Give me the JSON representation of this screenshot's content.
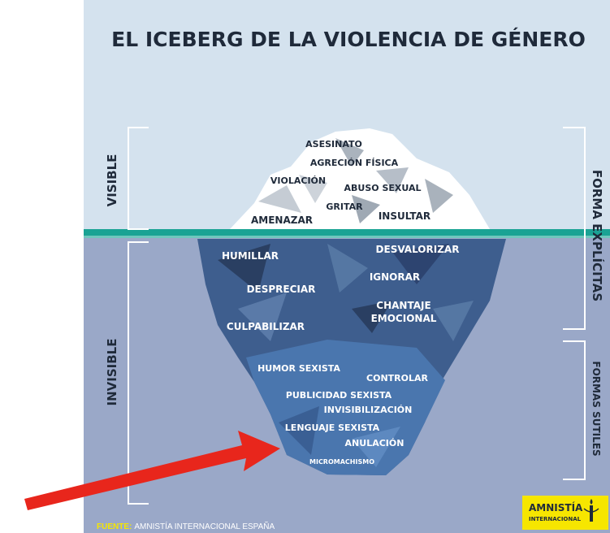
{
  "title": "EL ICEBERG DE LA VIOLENCIA DE GÉNERO",
  "side_labels": {
    "visible": "VISIBLE",
    "invisible": "INVISIBLE",
    "explicit": "FORMA EXPLÍCITAS",
    "subtle": "FORMAS SUTILES"
  },
  "above_water": [
    "ASESINATO",
    "AGRECIÓN FÍSICA",
    "VIOLACIÓN",
    "ABUSO SEXUAL",
    "GRITAR",
    "AMENAZAR",
    "INSULTAR"
  ],
  "below_water": [
    "HUMILLAR",
    "DESVALORIZAR",
    "IGNORAR",
    "DESPRECIAR",
    "CHANTAJE",
    "EMOCIONAL",
    "CULPABILIZAR"
  ],
  "deep": [
    "HUMOR SEXISTA",
    "CONTROLAR",
    "PUBLICIDAD SEXISTA",
    "INVISIBILIZACIÓN",
    "LENGUAJE SEXISTA",
    "ANULACIÓN",
    "MICROMACHISMO"
  ],
  "source": {
    "label": "FUENTE:",
    "text": "AMNISTÍA INTERNACIONAL ESPAÑA"
  },
  "logo": {
    "name": "AMNISTÍA",
    "sub": "INTERNACIONAL"
  },
  "colors": {
    "sky": "#d4e2ee",
    "water": "#9aa8c8",
    "waterline": "#1aa394",
    "ice_top": "#ffffff",
    "ice_body": "#3e5e8e",
    "ice_deep": "#4a76ae",
    "label_dark": "#1f2a3a",
    "arrow": "#e8261c",
    "logo_bg": "#f6e600"
  }
}
